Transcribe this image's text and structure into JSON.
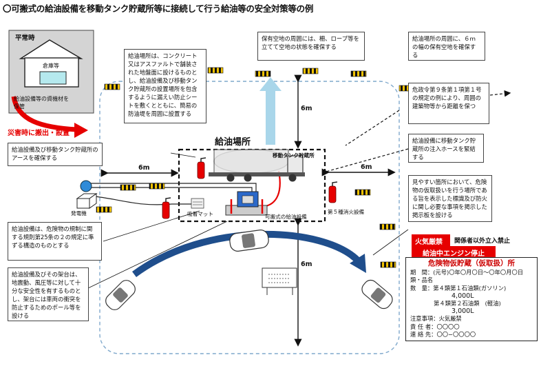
{
  "title": "〇可搬式の給油設備を移動タンク貯蔵所等に接続して行う給油等の安全対策等の例",
  "labels": {
    "normal_time": "平常時",
    "warehouse": "倉庫等",
    "storage_note": "給油設備等の資機材を保管",
    "disaster_move": "災害時に搬出・設置",
    "fueling_area": "給油場所",
    "tank_truck": "移動タンク貯蔵所",
    "generator": "発電機",
    "suction_mat": "吸着マット",
    "portable_dispenser": "可搬式の給油設備",
    "extinguisher": "第５種消火設備",
    "six_m": "6m"
  },
  "notes": {
    "curb": "給油場所は、コンクリート又はアスファルトで舗装された地盤面に設けるものとし、給油設備及び移動タンク貯蔵所の設置場所を包含するように漏えい防止シートを敷くとともに、簡易の防油堤を周囲に設置する",
    "rope": "保有空地の周囲には、柵、ロープ等を立てて空地の状態を確保する",
    "space": "給油場所の周囲に、６ｍの幅の保有空地を確保する",
    "distance": "危政令第９条第１項第１号の規定の例により、周囲の建築物等から距離を保つ",
    "earth": "給油設備及び移動タンク貯蔵所のアースを確保する",
    "hose": "給油設備に移動タンク貯蔵所の注入ホースを緊結する",
    "board": "見やすい箇所において、危険物の仮取扱いを行う場所である旨を表示した標識及び防火に関し必要な事項を掲示した掲示板を設ける",
    "electric": "給油設備は、危険物の規制に関する規則第25条の２の規定に準ずる構造のものとする",
    "pole": "給油設備及びその架台は、地震動、風圧等に対して十分な安全性を有するものとし、架台には車両の衝突を防止するためのポール等を設ける"
  },
  "signs": {
    "fire_ban": "火気厳禁",
    "no_entry": "関係者以外立入禁止",
    "engine_stop": "給油中エンジン停止"
  },
  "board": {
    "title": "危険物仮貯蔵（仮取扱）所",
    "rows": [
      "期　間：(元号)〇年〇月〇日〜〇年〇月〇日",
      "類・品名",
      "数　量：第４類第１石油類(ガソリン)"
    ],
    "amount1": "4,000L",
    "row_kind2": "第４類第２石油類　(軽油)",
    "amount2": "3,000L",
    "rows2": [
      "注意事項：火気厳禁",
      "責 任 者：〇〇〇〇",
      "連 絡 先：〇〇−〇〇〇〇"
    ]
  },
  "colors": {
    "red": "#e60000",
    "navy": "#1f4e8c",
    "lightblue": "#a9d6ea",
    "grass": "#b3d1e8",
    "dash": "#7fa8cc"
  }
}
